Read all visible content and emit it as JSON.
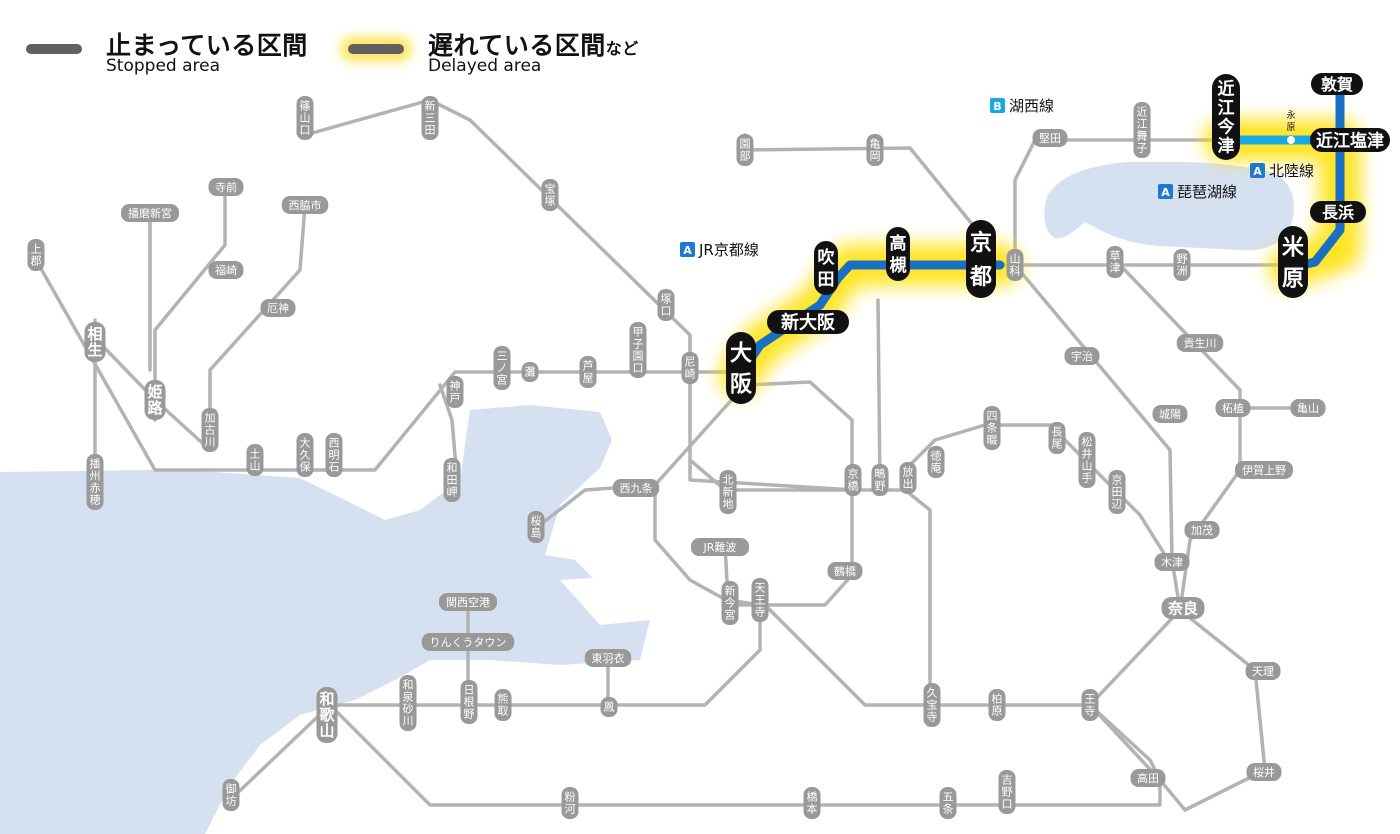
{
  "legend": {
    "stopped_jp": "止まっている区間",
    "stopped_en": "Stopped area",
    "delayed_jp": "遅れている区間",
    "delayed_suffix": "など",
    "delayed_en": "Delayed area"
  },
  "line_labels": {
    "kosei": {
      "badge": "B",
      "name": "湖西線"
    },
    "hokuriku": {
      "badge": "A",
      "name": "北陸線"
    },
    "biwako": {
      "badge": "A",
      "name": "琵琶湖線"
    },
    "kyoto": {
      "badge": "A",
      "name": "JR京都線"
    }
  },
  "colors": {
    "line_gray": "#b3b3b3",
    "line_blue": "#1a6fc4",
    "delay_glow": "#ffe000",
    "water": "#d5e1f0",
    "label_gray": "#999999",
    "major_station": "#111111",
    "badge_blue": "#1e79d1",
    "badge_cyan": "#19a9e1"
  },
  "stations": {
    "major": [
      {
        "id": "osaka",
        "name": "大阪"
      },
      {
        "id": "shinosaka",
        "name": "新大阪"
      },
      {
        "id": "suita",
        "name": "吹田"
      },
      {
        "id": "takatsuki",
        "name": "高槻"
      },
      {
        "id": "kyoto",
        "name": "京都"
      },
      {
        "id": "maibara",
        "name": "米原"
      },
      {
        "id": "nagahama",
        "name": "長浜"
      },
      {
        "id": "omishiotsu",
        "name": "近江塩津"
      },
      {
        "id": "tsuruga",
        "name": "敦賀"
      },
      {
        "id": "omiimazu",
        "name": "近江今津"
      }
    ],
    "small_blue": [
      {
        "id": "nagahara",
        "name": "永原"
      }
    ],
    "minor": [
      {
        "id": "sasayamaguchi",
        "name": "篠山口"
      },
      {
        "id": "shinsanda",
        "name": "新三田"
      },
      {
        "id": "takarazuka",
        "name": "宝塚"
      },
      {
        "id": "sonobe",
        "name": "園部"
      },
      {
        "id": "kameoka",
        "name": "亀岡"
      },
      {
        "id": "katata",
        "name": "堅田"
      },
      {
        "id": "omimaiko",
        "name": "近江舞子"
      },
      {
        "id": "yamashina",
        "name": "山科"
      },
      {
        "id": "kusatsu",
        "name": "草津"
      },
      {
        "id": "yasu",
        "name": "野洲"
      },
      {
        "id": "kozuki",
        "name": "上郡"
      },
      {
        "id": "harimashingu",
        "name": "播磨新宮"
      },
      {
        "id": "teramae",
        "name": "寺前"
      },
      {
        "id": "fukusaki",
        "name": "福崎"
      },
      {
        "id": "nishiwakishi",
        "name": "西脇市"
      },
      {
        "id": "yakujin",
        "name": "厄神"
      },
      {
        "id": "aioi",
        "name": "相生"
      },
      {
        "id": "himeji",
        "name": "姫路"
      },
      {
        "id": "kakogawa",
        "name": "加古川"
      },
      {
        "id": "doyama",
        "name": "土山"
      },
      {
        "id": "okubo",
        "name": "大久保"
      },
      {
        "id": "nishiakashi",
        "name": "西明石"
      },
      {
        "id": "banshuako",
        "name": "播州赤穂"
      },
      {
        "id": "kobe",
        "name": "神戸"
      },
      {
        "id": "sannomiya",
        "name": "三ノ宮"
      },
      {
        "id": "nada",
        "name": "灘"
      },
      {
        "id": "ashiya",
        "name": "芦屋"
      },
      {
        "id": "koshienguchi",
        "name": "甲子園口"
      },
      {
        "id": "amagasaki",
        "name": "尼崎"
      },
      {
        "id": "tsukaguchi",
        "name": "塚口"
      },
      {
        "id": "wadamisaki",
        "name": "和田岬"
      },
      {
        "id": "kitashinchi",
        "name": "北新地"
      },
      {
        "id": "nishikujo",
        "name": "西九条"
      },
      {
        "id": "sakurajima",
        "name": "桜島"
      },
      {
        "id": "kyobashi",
        "name": "京橋"
      },
      {
        "id": "shigino",
        "name": "鴫野"
      },
      {
        "id": "hanaten",
        "name": "放出"
      },
      {
        "id": "tsuruhashi",
        "name": "鶴橋"
      },
      {
        "id": "jrnamba",
        "name": "JR難波"
      },
      {
        "id": "shinimamiya",
        "name": "新今宮"
      },
      {
        "id": "tennoji",
        "name": "天王寺"
      },
      {
        "id": "kansaiairport",
        "name": "関西空港"
      },
      {
        "id": "rinkutown",
        "name": "りんくうタウン"
      },
      {
        "id": "higashihagoromo",
        "name": "東羽衣"
      },
      {
        "id": "otori",
        "name": "鳳"
      },
      {
        "id": "hineno",
        "name": "日根野"
      },
      {
        "id": "kumatori",
        "name": "熊取"
      },
      {
        "id": "izumisunagawa",
        "name": "和泉砂川"
      },
      {
        "id": "wakayama",
        "name": "和歌山"
      },
      {
        "id": "gobo",
        "name": "御坊"
      },
      {
        "id": "kokawa",
        "name": "粉河"
      },
      {
        "id": "hashimoto",
        "name": "橋本"
      },
      {
        "id": "gojo",
        "name": "五条"
      },
      {
        "id": "yoshinoguchi",
        "name": "吉野口"
      },
      {
        "id": "takada",
        "name": "高田"
      },
      {
        "id": "oji",
        "name": "王寺"
      },
      {
        "id": "kashiwara",
        "name": "柏原"
      },
      {
        "id": "kyuhoji",
        "name": "久宝寺"
      },
      {
        "id": "tokuan",
        "name": "徳庵"
      },
      {
        "id": "shijonawate",
        "name": "四条畷"
      },
      {
        "id": "nagao",
        "name": "長尾"
      },
      {
        "id": "matsuiyamate",
        "name": "松井山手"
      },
      {
        "id": "kyotanabe",
        "name": "京田辺"
      },
      {
        "id": "kizu",
        "name": "木津"
      },
      {
        "id": "nara",
        "name": "奈良"
      },
      {
        "id": "tenri",
        "name": "天理"
      },
      {
        "id": "sakurai",
        "name": "桜井"
      },
      {
        "id": "uji",
        "name": "宇治"
      },
      {
        "id": "joyo",
        "name": "城陽"
      },
      {
        "id": "kibukawa",
        "name": "貴生川"
      },
      {
        "id": "tsuge",
        "name": "柘植"
      },
      {
        "id": "kameyama",
        "name": "亀山"
      },
      {
        "id": "igaueno",
        "name": "伊賀上野"
      },
      {
        "id": "kamo",
        "name": "加茂"
      }
    ]
  }
}
